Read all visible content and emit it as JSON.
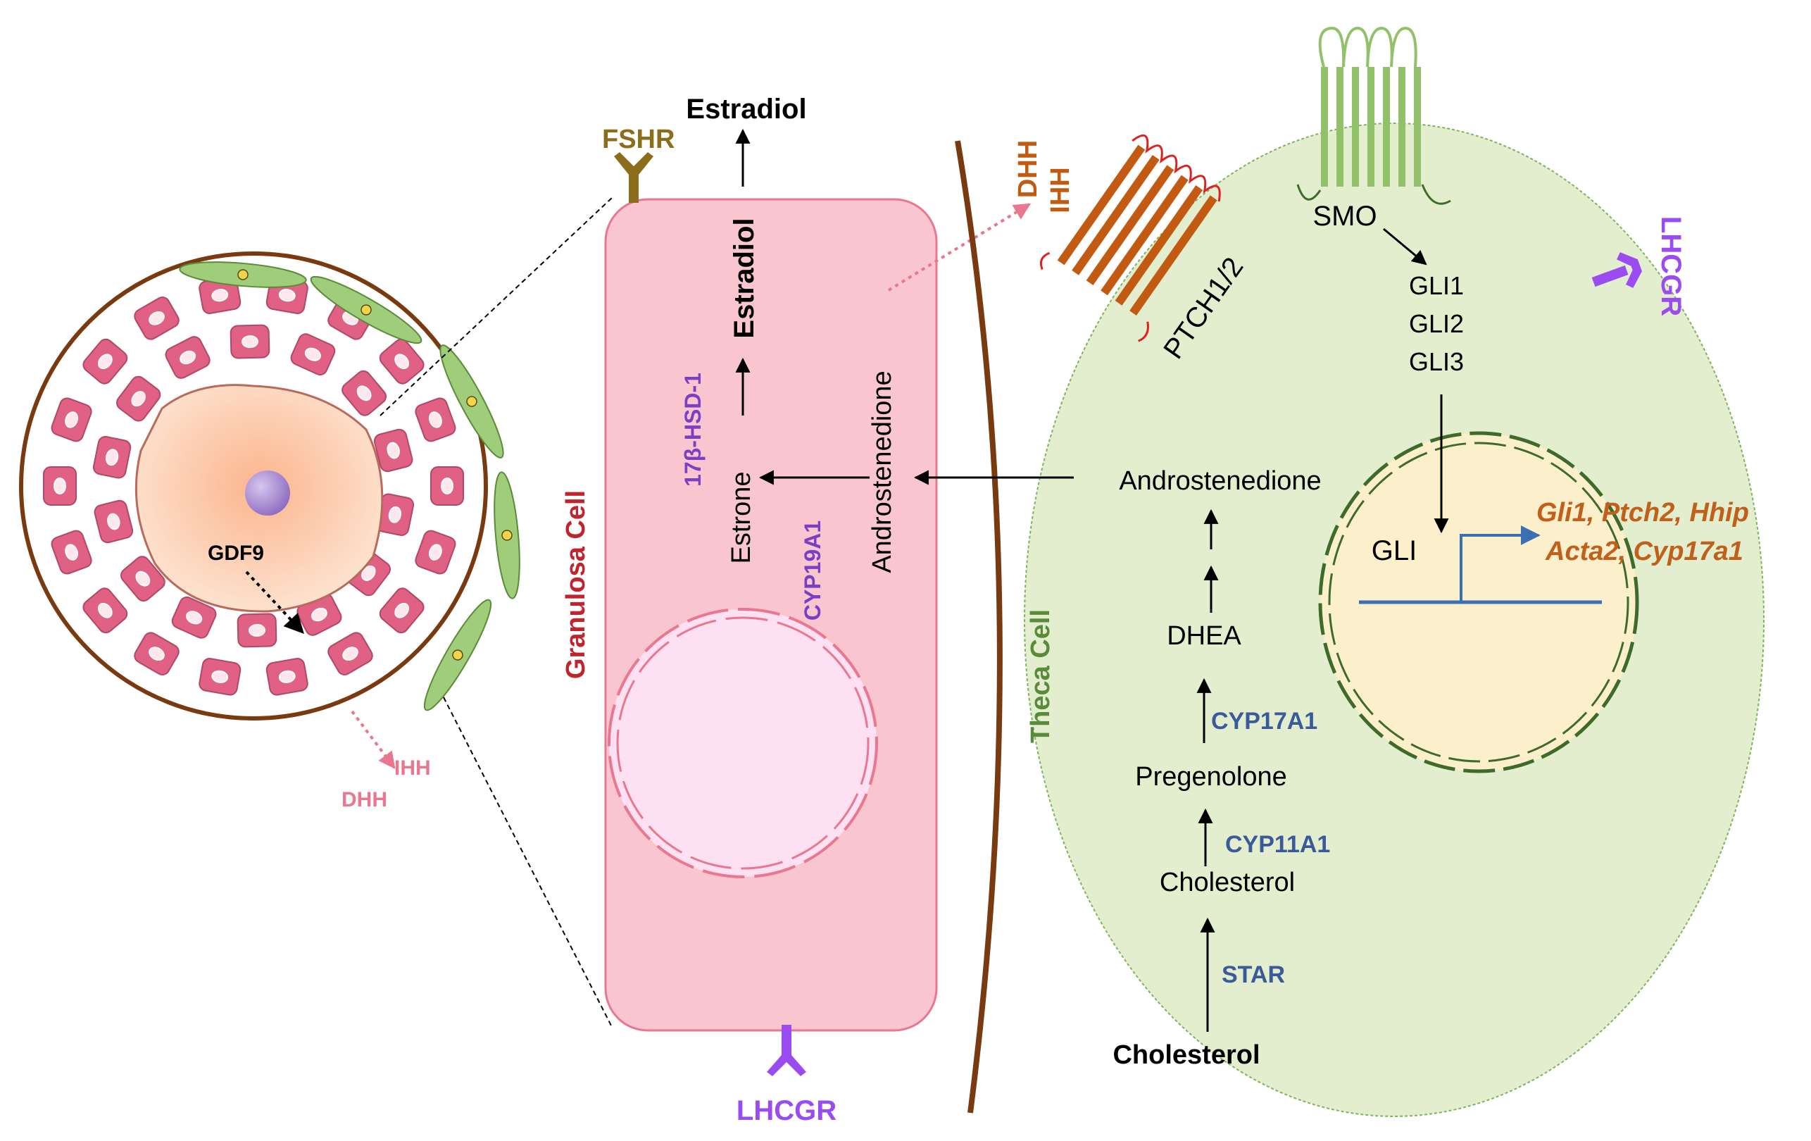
{
  "colors": {
    "granulosa_fill": "#f9c6d0",
    "granulosa_stroke": "#e8778f",
    "granulosa_cells": "#e06183",
    "oocyte": "#fbd3b8",
    "theca_fill": "#e3eecf",
    "theca_stroke": "#7fb35c",
    "nucleus_fill": "#fcefcc",
    "nucleus_stroke": "#3f6b2a",
    "boundary": "#7a3a10",
    "fshr": "#8b6d1b",
    "lhcgr": "#9a4cf0",
    "ptch": "#c35a12",
    "smo": "#93c06a",
    "pink_label": "#e8778f",
    "granulosa_label": "#c0252d",
    "theca_label": "#5a8a3a",
    "enzyme_purple": "#7a3fc2",
    "enzyme_blue": "#3a5a9a",
    "target_genes": "#c0601a",
    "promoter": "#3a6fb2"
  },
  "follicle": {
    "gdf9": "GDF9",
    "ihh": "IHH",
    "dhh": "DHH"
  },
  "granulosa": {
    "cell_label": "Granulosa Cell",
    "receptor_top": "FSHR",
    "receptor_bottom": "LHCGR",
    "estradiol_out": "Estradiol",
    "estradiol_in": "Estradiol",
    "estrone": "Estrone",
    "androstenedione": "Androstenedione",
    "enzyme_hsd": "17β-HSD-1",
    "enzyme_cyp19": "CYP19A1",
    "ligand_dhh": "DHH",
    "ligand_ihh": "IHH"
  },
  "theca": {
    "cell_label": "Theca Cell",
    "receptor": "LHCGR",
    "ptch": "PTCH1/2",
    "smo": "SMO",
    "gli1": "GLI1",
    "gli2": "GLI2",
    "gli3": "GLI3",
    "gli": "GLI",
    "targets_line1": "Gli1, Ptch2, Hhip",
    "targets_line2": "Acta2, Cyp17a1",
    "androstenedione": "Androstenedione",
    "dhea": "DHEA",
    "cyp17a1": "CYP17A1",
    "pregenolone": "Pregenolone",
    "cyp11a1": "CYP11A1",
    "cholesterol_in": "Cholesterol",
    "star": "STAR",
    "cholesterol_out": "Cholesterol"
  }
}
